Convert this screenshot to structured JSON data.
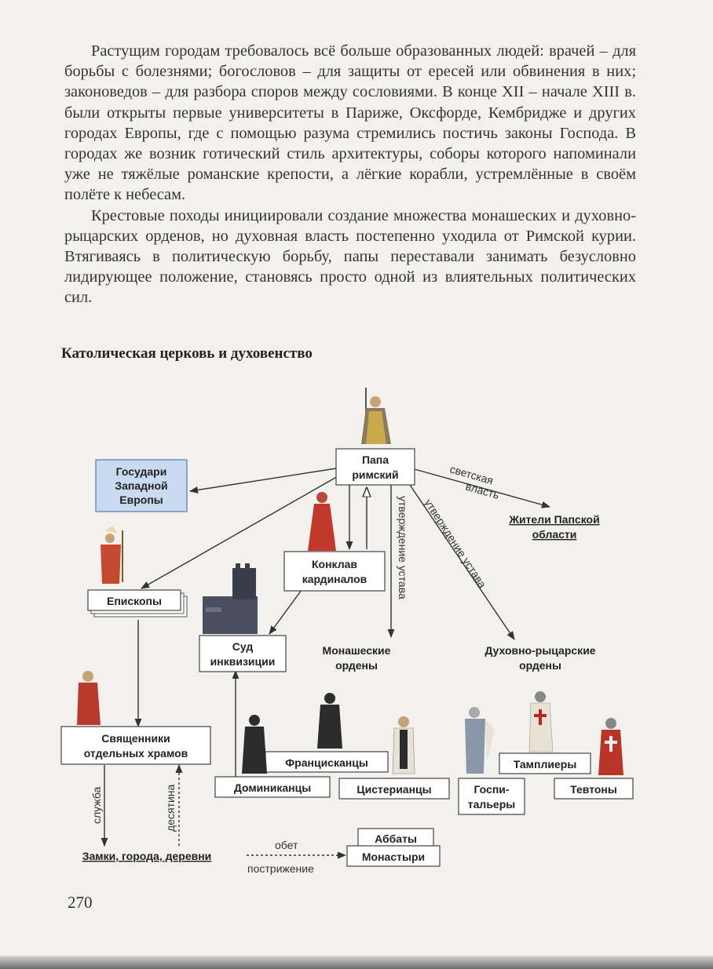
{
  "paragraphs": [
    "Растущим городам требовалось всё больше образованных людей: врачей – для борьбы с болезнями; богословов – для защиты от ересей или обвинения в них; законоведов – для разбора споров между сословиями. В конце XII – начале XIII в. были открыты первые университеты в Париже, Оксфорде, Кембридже и других городах Европы, где с помощью разума стремились постичь законы Господа. В городах же возник готический стиль архитектуры, соборы которого напоминали уже не тяжёлые романские крепости, а лёгкие корабли, устремлённые в своём полёте к небесам.",
    "Крестовые походы инициировали создание множества монашеских и духовно-рыцарских орденов, но духовная власть постепенно уходила от Римской курии. Втягиваясь в политическую борьбу, папы переставали занимать безусловно лидирующее положение, становясь просто одной из влиятельных политических сил."
  ],
  "section_heading": "Католическая церковь и духовенство",
  "diagram": {
    "pope": [
      "Папа",
      "римский"
    ],
    "sovereigns": [
      "Государи",
      "Западной",
      "Европы"
    ],
    "papal_residents": [
      "Жители Папской",
      "области"
    ],
    "bishops": "Епископы",
    "conclave": [
      "Конклав",
      "кардиналов"
    ],
    "inquisition": [
      "Суд",
      "инквизиции"
    ],
    "monastic_orders": [
      "Монашеские",
      "ордены"
    ],
    "knight_orders": [
      "Духовно-рыцарские",
      "ордены"
    ],
    "priests": [
      "Священники",
      "отдельных храмов"
    ],
    "franciscans": "Францисканцы",
    "dominicans": "Доминиканцы",
    "cistercians": "Цистерианцы",
    "hospitallers": [
      "Госпи-",
      "тальеры"
    ],
    "templars": "Тамплиеры",
    "teutons": "Тевтоны",
    "abbots": "Аббаты",
    "monasteries": "Монастыри",
    "castles": "Замки, города, деревни",
    "edge_secular_power": [
      "светская",
      "власть"
    ],
    "edge_approval_monastic": "утверждение устава",
    "edge_approval_knight": "утверждение устава",
    "edge_service": "служба",
    "edge_tithe": "десятина",
    "edge_vow": "обет",
    "edge_tonsure": "пострижение",
    "sovereigns_fill": "#c9d9ef",
    "sovereigns_stroke": "#6f8fc0"
  },
  "page_number": "270"
}
